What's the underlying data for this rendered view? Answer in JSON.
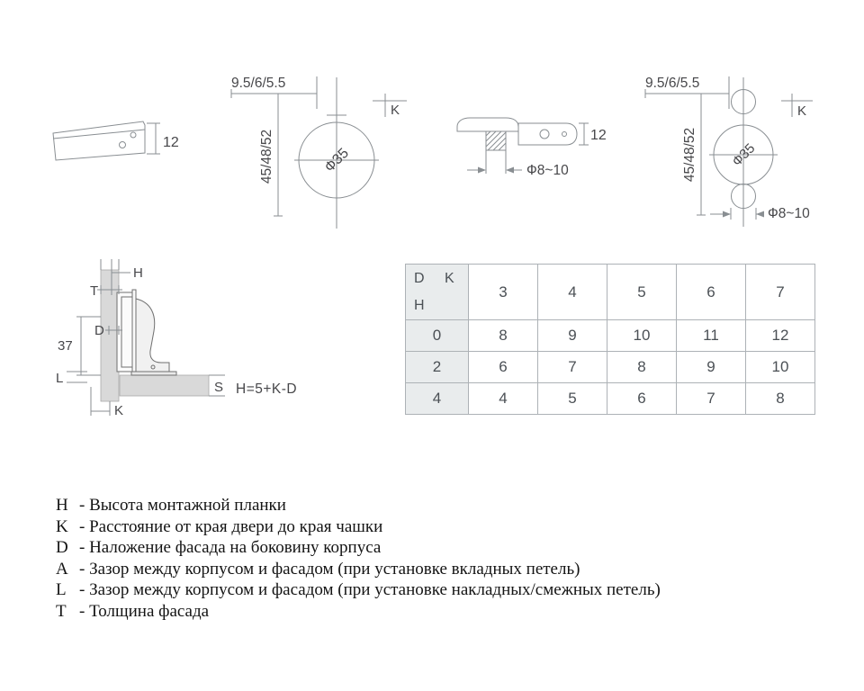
{
  "drawings": {
    "left_hinge": {
      "height_dim": "12"
    },
    "center_pattern": {
      "edge_dim": "9.5/6/5.5",
      "depth_dim": "45/48/52",
      "cup_dia": "Ф35",
      "k_label": "K"
    },
    "front_hinge": {
      "height_dim": "12",
      "dowel_dia": "Ф8~10"
    },
    "right_pattern": {
      "edge_dim": "9.5/6/5.5",
      "depth_dim": "45/48/52",
      "cup_dia": "Ф35",
      "k_label": "K",
      "dowel_dia": "Ф8~10"
    }
  },
  "section": {
    "h": "H",
    "t": "T",
    "d": "D",
    "thirty_seven": "37",
    "l": "L",
    "k": "K",
    "s": "S",
    "formula": "H=5+K-D"
  },
  "table": {
    "corner": {
      "d": "D",
      "k": "K",
      "h": "H"
    },
    "col_headers": [
      "3",
      "4",
      "5",
      "6",
      "7"
    ],
    "rows": [
      {
        "h": "0",
        "values": [
          "8",
          "9",
          "10",
          "11",
          "12"
        ]
      },
      {
        "h": "2",
        "values": [
          "6",
          "7",
          "8",
          "9",
          "10"
        ]
      },
      {
        "h": "4",
        "values": [
          "4",
          "5",
          "6",
          "7",
          "8"
        ]
      }
    ]
  },
  "legend": {
    "items": [
      {
        "key": "H",
        "desc": "- Высота монтажной планки"
      },
      {
        "key": "K",
        "desc": "- Расстояние от края двери до края чашки"
      },
      {
        "key": "D",
        "desc": "- Наложение фасада на боковину корпуса"
      },
      {
        "key": "A",
        "desc": "- Зазор между корпусом и фасадом (при установке вкладных петель)"
      },
      {
        "key": "L",
        "desc": "- Зазор между корпусом и фасадом (при установке накладных/смежных петель)"
      },
      {
        "key": "T",
        "desc": "- Толщина фасада"
      }
    ]
  }
}
